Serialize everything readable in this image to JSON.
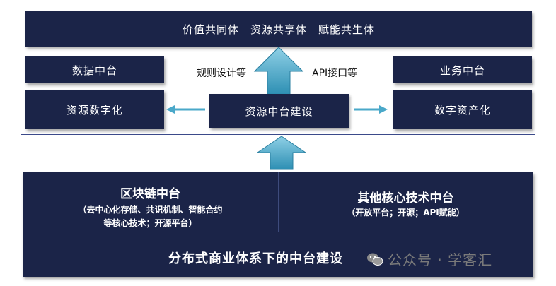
{
  "top_bar": {
    "text": "价值共同体　资源共享体　赋能共生体"
  },
  "left_column": {
    "upper": "数据中台",
    "lower": "资源数字化"
  },
  "right_column": {
    "upper": "业务中台",
    "lower": "数字资产化"
  },
  "center": {
    "box": "资源中台建设",
    "left_label": "规则设计等",
    "right_label": "API接口等"
  },
  "bottom": {
    "left_panel": {
      "title": "区块链中台",
      "sub_line1": "（去中心化存储、共识机制、智能合约",
      "sub_line2": "等核心技术；开源平台）"
    },
    "right_panel": {
      "title": "其他核心技术中台",
      "sub_line1": "（开放平台；开源；API赋能）"
    },
    "base": "分布式商业体系下的中台建设"
  },
  "watermark": {
    "text": "公众号 · 学客汇",
    "icon": "wechat-icon"
  },
  "colors": {
    "navy": "#1b2448",
    "arrow_teal": "#3aa3c4",
    "arrow_light": "#7fc6dd",
    "line": "#3b4a8a"
  }
}
